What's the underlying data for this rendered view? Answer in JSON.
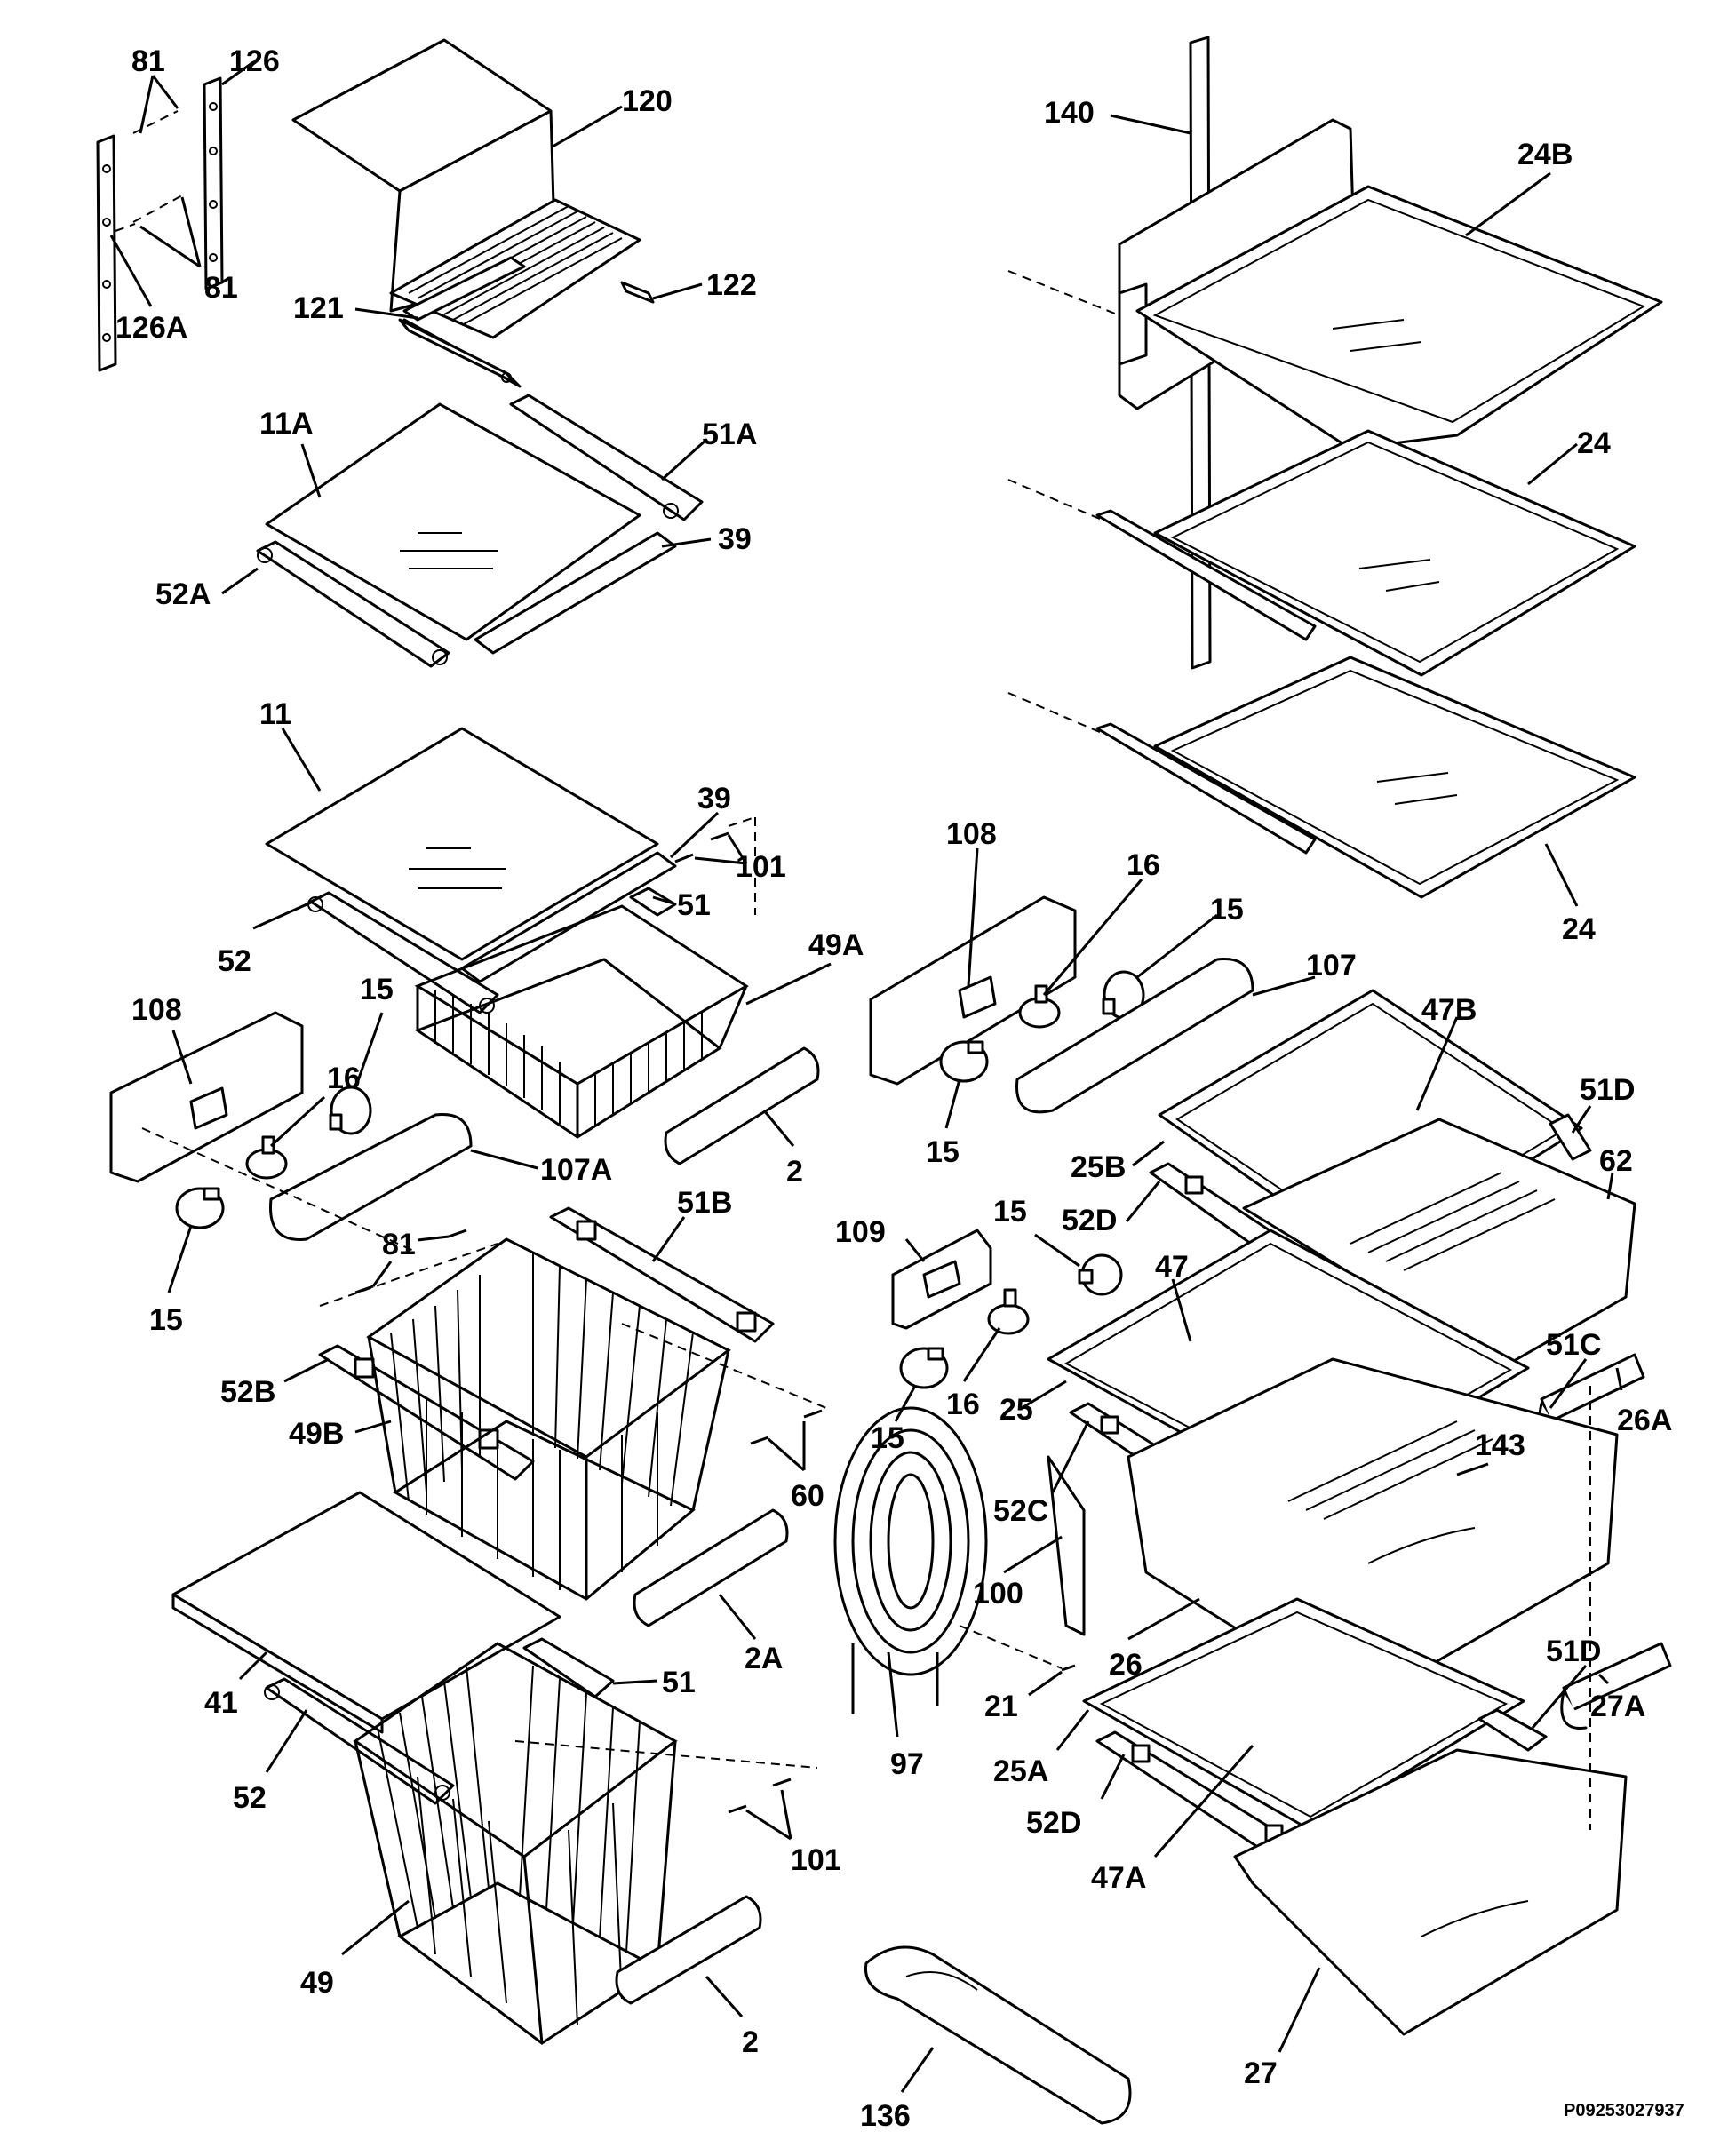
{
  "drawing_number": "P09253027937",
  "parts": [
    {
      "id": "left-81-top",
      "label": "81"
    },
    {
      "id": "left-126",
      "label": "126"
    },
    {
      "id": "left-120",
      "label": "120"
    },
    {
      "id": "left-81-bottom",
      "label": "81"
    },
    {
      "id": "left-122",
      "label": "122"
    },
    {
      "id": "left-126a",
      "label": "126A"
    },
    {
      "id": "left-121",
      "label": "121"
    },
    {
      "id": "left-11a",
      "label": "11A"
    },
    {
      "id": "left-51a",
      "label": "51A"
    },
    {
      "id": "left-39-top",
      "label": "39"
    },
    {
      "id": "left-52a",
      "label": "52A"
    },
    {
      "id": "left-11",
      "label": "11"
    },
    {
      "id": "left-39-mid",
      "label": "39"
    },
    {
      "id": "left-101-top",
      "label": "101"
    },
    {
      "id": "left-51-top",
      "label": "51"
    },
    {
      "id": "left-52-top",
      "label": "52"
    },
    {
      "id": "left-49a",
      "label": "49A"
    },
    {
      "id": "left-108",
      "label": "108"
    },
    {
      "id": "left-15-a",
      "label": "15"
    },
    {
      "id": "left-16",
      "label": "16"
    },
    {
      "id": "left-107a",
      "label": "107A"
    },
    {
      "id": "left-2-top",
      "label": "2"
    },
    {
      "id": "left-15-b",
      "label": "15"
    },
    {
      "id": "left-81-mid",
      "label": "81"
    },
    {
      "id": "left-51b",
      "label": "51B"
    },
    {
      "id": "left-52b",
      "label": "52B"
    },
    {
      "id": "left-49b",
      "label": "49B"
    },
    {
      "id": "left-60",
      "label": "60"
    },
    {
      "id": "left-2a",
      "label": "2A"
    },
    {
      "id": "left-41",
      "label": "41"
    },
    {
      "id": "left-51-bottom",
      "label": "51"
    },
    {
      "id": "left-52-bottom",
      "label": "52"
    },
    {
      "id": "left-101-bottom",
      "label": "101"
    },
    {
      "id": "left-49",
      "label": "49"
    },
    {
      "id": "left-2-bottom",
      "label": "2"
    },
    {
      "id": "right-140",
      "label": "140"
    },
    {
      "id": "right-24b",
      "label": "24B"
    },
    {
      "id": "right-24-mid",
      "label": "24"
    },
    {
      "id": "right-24-bottom",
      "label": "24"
    },
    {
      "id": "right-108",
      "label": "108"
    },
    {
      "id": "right-16-top",
      "label": "16"
    },
    {
      "id": "right-15-top",
      "label": "15"
    },
    {
      "id": "right-107",
      "label": "107"
    },
    {
      "id": "right-47b",
      "label": "47B"
    },
    {
      "id": "right-51d-top",
      "label": "51D"
    },
    {
      "id": "right-15-left",
      "label": "15"
    },
    {
      "id": "right-25b",
      "label": "25B"
    },
    {
      "id": "right-62",
      "label": "62"
    },
    {
      "id": "right-52d-top",
      "label": "52D"
    },
    {
      "id": "right-109",
      "label": "109"
    },
    {
      "id": "right-15-mid",
      "label": "15"
    },
    {
      "id": "right-47",
      "label": "47"
    },
    {
      "id": "right-51c",
      "label": "51C"
    },
    {
      "id": "right-26a",
      "label": "26A"
    },
    {
      "id": "right-15-low",
      "label": "15"
    },
    {
      "id": "right-16-low",
      "label": "16"
    },
    {
      "id": "right-25",
      "label": "25"
    },
    {
      "id": "right-143",
      "label": "143"
    },
    {
      "id": "right-52c",
      "label": "52C"
    },
    {
      "id": "right-100",
      "label": "100"
    },
    {
      "id": "right-26",
      "label": "26"
    },
    {
      "id": "right-51d-bottom",
      "label": "51D"
    },
    {
      "id": "right-21",
      "label": "21"
    },
    {
      "id": "right-27a",
      "label": "27A"
    },
    {
      "id": "right-25a",
      "label": "25A"
    },
    {
      "id": "right-97",
      "label": "97"
    },
    {
      "id": "right-52d-bottom",
      "label": "52D"
    },
    {
      "id": "right-47a",
      "label": "47A"
    },
    {
      "id": "right-136",
      "label": "136"
    },
    {
      "id": "right-27",
      "label": "27"
    }
  ]
}
